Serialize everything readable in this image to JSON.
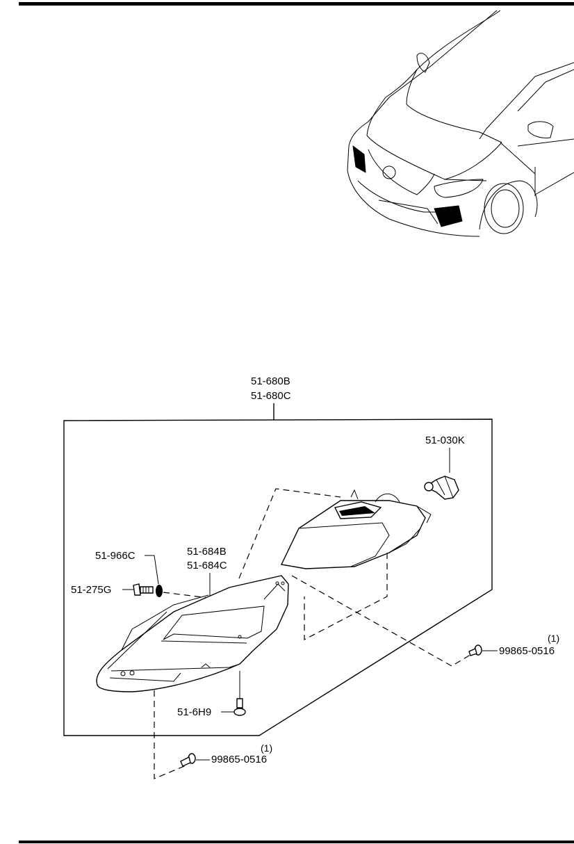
{
  "assembly": {
    "part_a": "51-680B",
    "part_b": "51-680C"
  },
  "parts": {
    "bulb": "51-030K",
    "cap": "51-966C",
    "screw_adjuster": "51-275G",
    "lens_a": "51-684B",
    "lens_b": "51-684C",
    "bolt_lower": "51-6H9",
    "screw_right": {
      "number": "99865-0516",
      "qty": "(1)"
    },
    "screw_bottom": {
      "number": "99865-0516",
      "qty": "(1)"
    }
  },
  "icons": [
    "car-illustration-icon",
    "headlamp-housing-icon",
    "bulb-icon",
    "screw-icon",
    "bolt-icon"
  ]
}
